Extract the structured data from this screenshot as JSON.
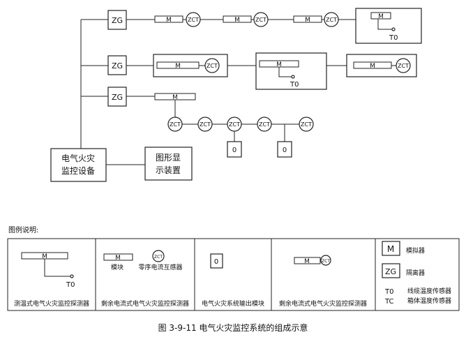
{
  "diagram": {
    "zg": "ZG",
    "m": "M",
    "zct": "ZCT",
    "t0": "T0",
    "output": "0",
    "monitor_line1": "电气火灾",
    "monitor_line2": "监控设备",
    "display_line1": "图形显",
    "display_line2": "示装置"
  },
  "legend": {
    "title": "图例说明:",
    "temp_detector": "测温式电气火灾监控探测器",
    "residual_current_detector_a": "剩余电流式电气火灾监控探测器",
    "module_label": "模块",
    "zct_label": "零序电流互感器",
    "output_module": "电气火灾系统输出模块",
    "residual_current_detector_b": "剩余电流式电气火灾监控探测器",
    "analog": "模拟器",
    "isolator": "隔离器",
    "t0_code": "T0",
    "t0_desc": "线缆温度传感器",
    "tc_code": "TC",
    "tc_desc": "箱体温度传感器"
  },
  "caption": "图 3-9-11   电气火灾监控系统的组成示意"
}
